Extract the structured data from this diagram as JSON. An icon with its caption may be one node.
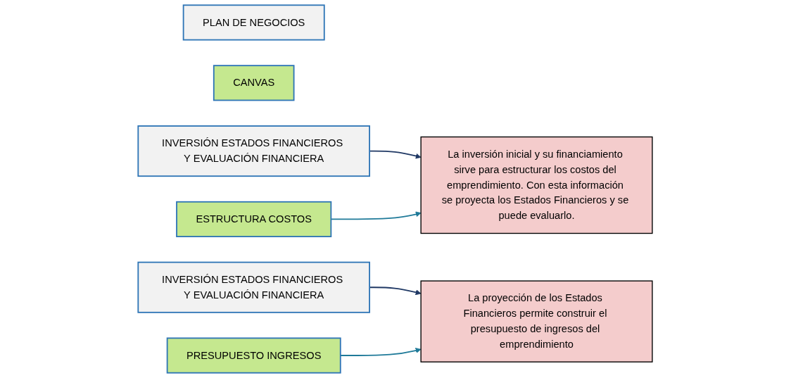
{
  "diagram": {
    "nodes": [
      {
        "text": [
          "PLAN DE NEGOCIOS"
        ]
      },
      {
        "text": [
          "CANVAS"
        ]
      },
      {
        "text": [
          "INVERSIÓN ESTADOS FINANCIEROS Y EVALUACIÓN FINANCIERA"
        ]
      },
      {
        "text": [
          "La inversión inicial y su financiamiento sirve para estructurar los costos del emprendimiento. Con esta información se proyecta los Estados Financieros y se puede evaluarlo."
        ]
      },
      {
        "text": [
          "ESTRUCTURA COSTOS"
        ]
      },
      {
        "text": [
          "INVERSIÓN ESTADOS FINANCIEROS Y EVALUACIÓN FINANCIERA"
        ]
      },
      {
        "text": [
          "La proyección de los Estados Financieros permite construir el presupuesto de ingresos del emprendimiento"
        ]
      },
      {
        "text": [
          "PRESUPUESTO INGRESOS"
        ]
      }
    ],
    "edges": [
      {
        "from": 2,
        "to": 3,
        "arrow": "to",
        "color": "#1f3864"
      },
      {
        "from": 4,
        "to": 3,
        "arrow": "to",
        "color": "#1f7a99"
      },
      {
        "from": 5,
        "to": 6,
        "arrow": "to",
        "color": "#1f3864"
      },
      {
        "from": 7,
        "to": 6,
        "arrow": "to",
        "color": "#1f7a99"
      }
    ]
  }
}
